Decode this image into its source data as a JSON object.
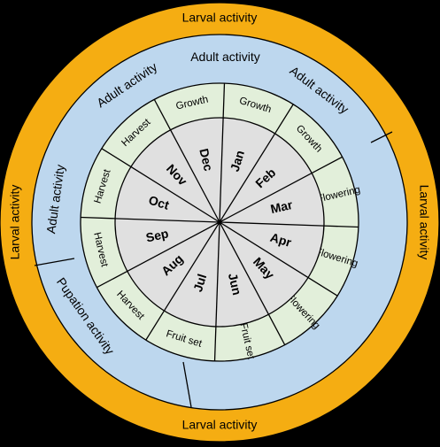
{
  "colors": {
    "outer_ring": "#F5AD12",
    "middle_ring": "#BDD7EE",
    "stage_ring": "#E2EFDA",
    "month_ring": "#E0E0E0",
    "lines": "#000000",
    "background": "#000000"
  },
  "months": [
    "Jan",
    "Feb",
    "Mar",
    "Apr",
    "May",
    "Jun",
    "Jul",
    "Aug",
    "Sep",
    "Oct",
    "Nov",
    "Dec"
  ],
  "stages": [
    "Growth",
    "Growth",
    "Flowering",
    "Flowering",
    "Flowering",
    "Fruit set",
    "Fruit set",
    "Harvest",
    "Harvest",
    "Harvest",
    "Harvest",
    "Growth"
  ],
  "middle_ring": {
    "adult_labels": [
      "Adult activity",
      "Adult activity",
      "Adult activity",
      "Adult activity"
    ],
    "pupation_label": "Pupation activity"
  },
  "outer_ring": {
    "labels": [
      "Larval activity",
      "Larval activity",
      "Larval activity",
      "Larval activity"
    ]
  }
}
